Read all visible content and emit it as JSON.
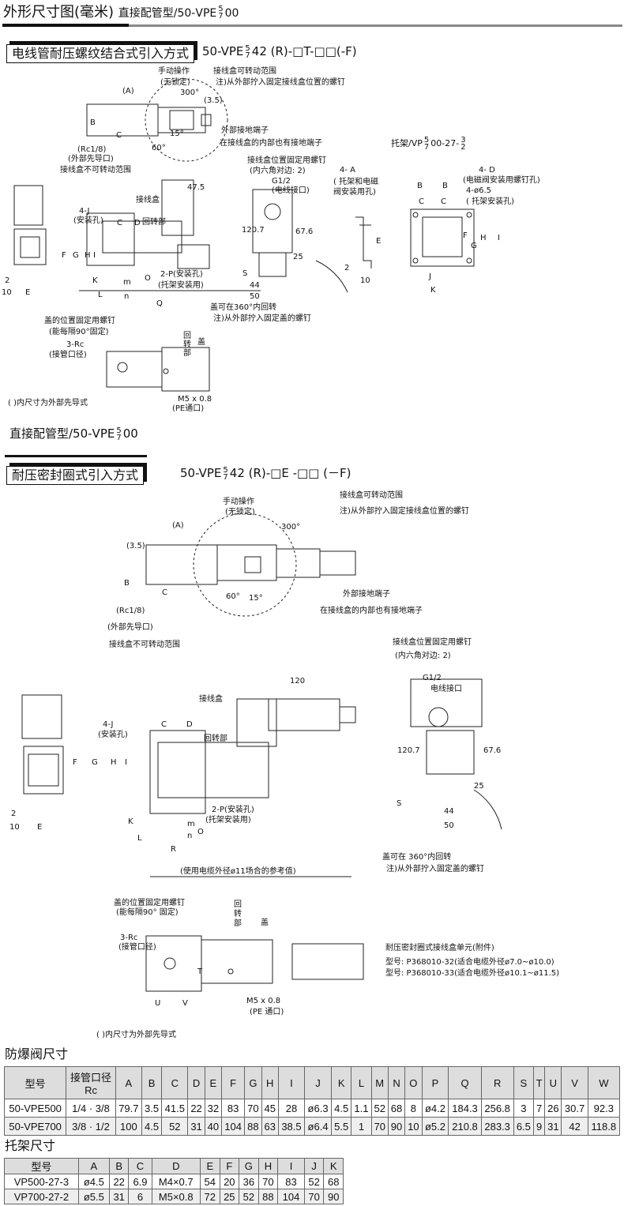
{
  "header": {
    "title": "外形尺寸图(毫米)",
    "subtitle": "直接配管型/50-VPE",
    "frac_top": "5",
    "frac_bottom": "7",
    "suffix": "00"
  },
  "section1": {
    "title": "电线管耐压螺纹结合式引入方式",
    "model_prefix": "50-VPE",
    "frac_top": "5",
    "frac_bottom": "7",
    "model_suffix": "42 (R)-□T-□□(-F)",
    "labels": [
      "手动操作",
      "(无锁定)",
      "接线盒可转动范围",
      "注)从外部拧入固定接线盒位置的螺钉",
      "(A)",
      "300°",
      "(3.5)",
      "B",
      "C",
      "15°",
      "60°",
      "外部接地端子",
      "在接线盒的内部也有接地端子",
      "(Rc1/8)",
      "(外部先导口)",
      "接线盒不可转动范围",
      "接线盒位置固定用螺钉",
      "(内六角对边: 2)",
      "G1/2",
      "(电线接口)",
      "47.5",
      "接线盒",
      "4-J",
      "(安装孔)",
      "C",
      "D",
      "回转部",
      "F",
      "G",
      "H",
      "I",
      "K",
      "L",
      "m",
      "n",
      "O",
      "2-P(安装孔)",
      "(托架安装用)",
      "Q",
      "120.7",
      "67.6",
      "25",
      "S",
      "44",
      "50",
      "盖可在360°内回转",
      "注)从外部拧入固定盖的螺钉",
      "2",
      "10",
      "E",
      "盖的位置固定用螺钉",
      "(能每隔90°固定)",
      "3-Rc",
      "(接管口径)",
      "回",
      "转",
      "部",
      "盖",
      "M5 x 0.8",
      "(PE通口)",
      "( )内尺寸为外部先导式"
    ],
    "bracket": {
      "title": "托架/VP",
      "frac_top": "5",
      "frac_bottom": "7",
      "suffix": "00-27-",
      "suffix_top": "3",
      "suffix_bottom": "2",
      "labels": [
        "4- A",
        "( 托架和电磁",
        "阀安装用孔)",
        "B",
        "B",
        "C",
        "C",
        "4- D",
        "(电磁阀安装用螺钉孔)",
        "4-ø6.5",
        "( 托架安装孔)",
        "E",
        "F",
        "G",
        "H",
        "I",
        "J",
        "K",
        "2",
        "10"
      ]
    }
  },
  "section2_heading": {
    "text": "直接配管型/50-VPE",
    "frac_top": "5",
    "frac_bottom": "7",
    "suffix": "00"
  },
  "section2": {
    "title": "耐压密封圈式引入方式",
    "model_prefix": "50-VPE",
    "frac_top": "5",
    "frac_bottom": "7",
    "model_suffix": "42 (R)-□E -□□  (－F)",
    "labels": [
      "手动操作",
      "(无锁定)",
      "接线盒可转动范围",
      "注)从外部拧入固定接线盒位置的螺钉",
      "(A)",
      "300°",
      "(3.5)",
      "B",
      "C",
      "15°",
      "60°",
      "外部接地端子",
      "在接线盒的内部也有接地端子",
      "(Rc1/8)",
      "(外部先导口)",
      "接线盒不可转动范围",
      "120",
      "接线盒",
      "4-J",
      "(安装孔)",
      "C",
      "D",
      "回转部",
      "F",
      "G",
      "H",
      "I",
      "K",
      "L",
      "m",
      "n",
      "O",
      "R",
      "2-P(安装孔)",
      "(托架安装用)",
      "(使用电缆外径ø11场合的参考值)",
      "接线盒位置固定用螺钉",
      "(内六角对边: 2)",
      "G1/2",
      "电线接口",
      "120.7",
      "67.6",
      "25",
      "S",
      "44",
      "50",
      "盖可在 360°内回转",
      "注)从外部拧入固定盖的螺钉",
      "2",
      "10",
      "E",
      "盖的位置固定用螺钉",
      "(能每隔90° 固定)",
      "3-Rc",
      "(接管口径)",
      "回",
      "转",
      "部",
      "盖",
      "T",
      "U",
      "V",
      "M5 x 0.8",
      "(PE 通口)",
      "耐压密封圈式接线盒单元(附件)",
      "型号: P368010-32(适合电缆外径ø7.0~ø10.0)",
      "型号: P368010-33(适合电缆外径ø10.1~ø11.5)",
      "(    )内尺寸为外部先导式"
    ]
  },
  "valve_table": {
    "title": "防爆阀尺寸",
    "headers": [
      "型号",
      "接管口径\nRc",
      "A",
      "B",
      "C",
      "D",
      "E",
      "F",
      "G",
      "H",
      "I",
      "J",
      "K",
      "L",
      "M",
      "N",
      "O",
      "P",
      "Q",
      "R",
      "S",
      "T",
      "U",
      "V",
      "W"
    ],
    "rows": [
      [
        "50-VPE500",
        "1/4 · 3/8",
        "79.7",
        "3.5",
        "41.5",
        "22",
        "32",
        "83",
        "70",
        "45",
        "28",
        "ø6.3",
        "4.5",
        "1.1",
        "52",
        "68",
        "8",
        "ø4.2",
        "184.3",
        "256.8",
        "3",
        "7",
        "26",
        "30.7",
        "92.3"
      ],
      [
        "50-VPE700",
        "3/8 · 1/2",
        "100",
        "4.5",
        "52",
        "31",
        "40",
        "104",
        "88",
        "63",
        "38.5",
        "ø6.4",
        "5.5",
        "1",
        "70",
        "90",
        "10",
        "ø5.2",
        "210.8",
        "283.3",
        "6.5",
        "9",
        "31",
        "42",
        "118.8"
      ]
    ]
  },
  "bracket_table": {
    "title": "托架尺寸",
    "headers": [
      "型号",
      "A",
      "B",
      "C",
      "D",
      "E",
      "F",
      "G",
      "H",
      "I",
      "J",
      "K"
    ],
    "rows": [
      [
        "VP500-27-3",
        "ø4.5",
        "22",
        "6.9",
        "M4×0.7",
        "54",
        "20",
        "36",
        "70",
        "83",
        "52",
        "68"
      ],
      [
        "VP700-27-2",
        "ø5.5",
        "31",
        "6",
        "M5×0.8",
        "72",
        "25",
        "52",
        "88",
        "104",
        "70",
        "90"
      ]
    ]
  }
}
